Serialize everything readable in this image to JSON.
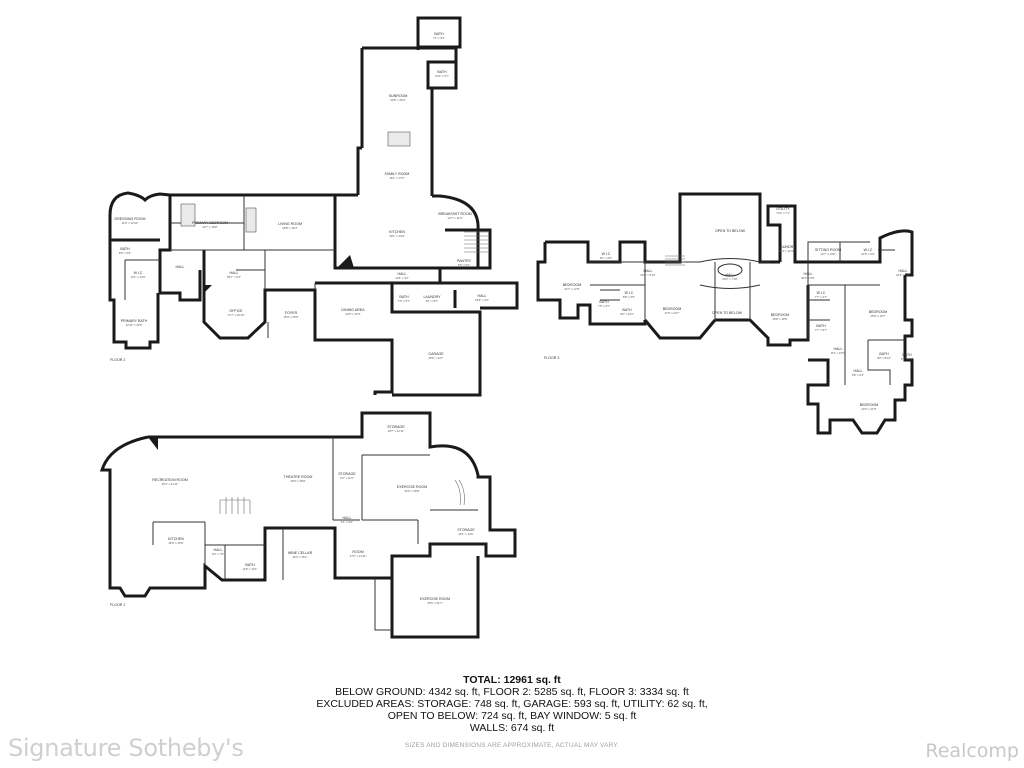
{
  "summary": {
    "total": "TOTAL: 12961 sq. ft",
    "line1": "BELOW GROUND: 4342 sq. ft, FLOOR 2: 5285 sq. ft, FLOOR 3: 3334 sq. ft",
    "line2": "EXCLUDED AREAS: STORAGE: 748 sq. ft, GARAGE: 593 sq. ft, UTILITY: 62 sq. ft,",
    "line3": "OPEN TO BELOW: 724 sq. ft, BAY WINDOW: 5 sq. ft",
    "line4": "WALLS: 674 sq. ft"
  },
  "disclaimer": "SIZES AND DIMENSIONS ARE APPROXIMATE, ACTUAL MAY VARY.",
  "watermark_left": "Signature Sotheby's",
  "watermark_right": "Realcomp",
  "floors": {
    "floor2": {
      "label": "FLOOR 2",
      "rooms": [
        {
          "id": "f2-bath-top",
          "name": "BATH",
          "dim": "7'1\" x 8'1\""
        },
        {
          "id": "f2-bath-top2",
          "name": "BATH",
          "dim": "6'10\" x 5'7\""
        },
        {
          "id": "f2-sunroom",
          "name": "SUNROOM",
          "dim": "30'8\" x 29'3\""
        },
        {
          "id": "f2-family",
          "name": "FAMILY ROOM",
          "dim": "18'1\" x 17'6\""
        },
        {
          "id": "f2-dressing",
          "name": "DRESSING ROOM",
          "dim": "11'6\" x 12'10\""
        },
        {
          "id": "f2-primary-bed",
          "name": "PRIMARY BEDROOM",
          "dim": "22'7\" x 18'8\""
        },
        {
          "id": "f2-living",
          "name": "LIVING ROOM",
          "dim": "28'8\" x 18'4\""
        },
        {
          "id": "f2-kitchen",
          "name": "KITCHEN",
          "dim": "30'1\" x 24'9\""
        },
        {
          "id": "f2-breakfast",
          "name": "BREAKFAST ROOM",
          "dim": "12'7\" x 11'9\""
        },
        {
          "id": "f2-bath-w",
          "name": "BATH",
          "dim": "8'5\" x 5'5\""
        },
        {
          "id": "f2-wic",
          "name": "W.I.C",
          "dim": "12'1\" x 14'0\""
        },
        {
          "id": "f2-hall-w",
          "name": "HALL",
          "dim": ""
        },
        {
          "id": "f2-hall-c",
          "name": "HALL",
          "dim": "56'7\" x 5'4\""
        },
        {
          "id": "f2-primary-bath",
          "name": "PRIMARY BATH",
          "dim": "12'10\" x 10'9\""
        },
        {
          "id": "f2-office",
          "name": "OFFICE",
          "dim": "17'7\" x 16'10\""
        },
        {
          "id": "f2-foyer",
          "name": "FOYER",
          "dim": "15'3\" x 25'5\""
        },
        {
          "id": "f2-dining",
          "name": "DINING AREA",
          "dim": "22'5\" x 16'4\""
        },
        {
          "id": "f2-hall-r",
          "name": "HALL",
          "dim": "11'5\" x 4'2\""
        },
        {
          "id": "f2-bath-r",
          "name": "BATH",
          "dim": "7'5\" x 5'7\""
        },
        {
          "id": "f2-laundry",
          "name": "LAUNDRY",
          "dim": "8'1\" x 8'1\""
        },
        {
          "id": "f2-hall-rr",
          "name": "HALL",
          "dim": "19'9\" x 4'2\""
        },
        {
          "id": "f2-pantry",
          "name": "PANTRY",
          "dim": "6'5\" x 5'1\""
        },
        {
          "id": "f2-garage",
          "name": "GARAGE",
          "dim": "30'6\" x 24'7\""
        }
      ]
    },
    "floor3": {
      "label": "FLOOR 3",
      "rooms": [
        {
          "id": "f3-open-top",
          "name": "OPEN TO BELOW",
          "dim": ""
        },
        {
          "id": "f3-utility",
          "name": "UTILITY",
          "dim": "7'10\" x 7'1\""
        },
        {
          "id": "f3-laundry",
          "name": "LAUNDRY",
          "dim": "11'4\" x 12'10\""
        },
        {
          "id": "f3-sitting",
          "name": "SITTING ROOM",
          "dim": "12'7\" x 14'8\""
        },
        {
          "id": "f3-wic-r",
          "name": "W.I.C",
          "dim": "12'8\" x 6'0\""
        },
        {
          "id": "f3-wic-l",
          "name": "W.I.C",
          "dim": "8'1\" x 6'9\""
        },
        {
          "id": "f3-hall-l",
          "name": "HALL",
          "dim": "29'8\" x 5'10\""
        },
        {
          "id": "f3-hall-c",
          "name": "HALL",
          "dim": "20'6\" x 7'10\""
        },
        {
          "id": "f3-hall-r",
          "name": "HALL",
          "dim": "30'6\" x 5'5\""
        },
        {
          "id": "f3-hall-rr",
          "name": "HALL",
          "dim": "10'2\" x 6'3\""
        },
        {
          "id": "f3-bed-1",
          "name": "BEDROOM",
          "dim": "24'7\" x 17'8\""
        },
        {
          "id": "f3-wic-2",
          "name": "W.I.C",
          "dim": "8'8\" x 5'0\""
        },
        {
          "id": "f3-bath-1",
          "name": "BATH",
          "dim": "7'5\" x 9'7\""
        },
        {
          "id": "f3-bath-2",
          "name": "BATH",
          "dim": "9'5\" x 10'2\""
        },
        {
          "id": "f3-bed-2",
          "name": "BEDROOM",
          "dim": "17'9\" x 22'7\""
        },
        {
          "id": "f3-open-mid",
          "name": "OPEN TO BELOW",
          "dim": ""
        },
        {
          "id": "f3-bed-3",
          "name": "BEDROOM",
          "dim": "18'8\" x 18'5\""
        },
        {
          "id": "f3-wic-3",
          "name": "W.I.C",
          "dim": "7'7\" x 4'7\""
        },
        {
          "id": "f3-bath-3",
          "name": "BATH",
          "dim": "7'7\" x 8'7\""
        },
        {
          "id": "f3-bed-4",
          "name": "BEDROOM",
          "dim": "26'8\" x 15'7\""
        },
        {
          "id": "f3-hall-s",
          "name": "HALL",
          "dim": "8'4\" x 10'5\""
        },
        {
          "id": "f3-bath-4",
          "name": "BATH",
          "dim": "9'8\" x 8'10\""
        },
        {
          "id": "f3-bath-5",
          "name": "BATH",
          "dim": "5'7\" x 6'4\""
        },
        {
          "id": "f3-hall-t",
          "name": "HALL",
          "dim": "6'8\" x 6'4\""
        },
        {
          "id": "f3-bed-5",
          "name": "BEDROOM",
          "dim": "20'4\" x 21'8\""
        }
      ]
    },
    "floor1": {
      "label": "FLOOR 1",
      "rooms": [
        {
          "id": "f1-storage-top",
          "name": "STORAGE",
          "dim": "18'7\" x 12'11\""
        },
        {
          "id": "f1-recreation",
          "name": "RECREATION ROOM",
          "dim": "46'1\" x 41'11\""
        },
        {
          "id": "f1-theatre",
          "name": "THEATRE ROOM",
          "dim": "33'6\" x 28'9\""
        },
        {
          "id": "f1-storage-mid",
          "name": "STORAGE",
          "dim": "6'2\" x 11'9\""
        },
        {
          "id": "f1-exercise",
          "name": "EXERCISE ROOM",
          "dim": "33'6\" x 26'8\""
        },
        {
          "id": "f1-hall",
          "name": "HALL",
          "dim": "5'1\" x 9'4\""
        },
        {
          "id": "f1-storage-r",
          "name": "STORAGE",
          "dim": "23'1\" x 14'6\""
        },
        {
          "id": "f1-kitchen",
          "name": "KITCHEN",
          "dim": "16'0\" x 15'9\""
        },
        {
          "id": "f1-hall-s",
          "name": "HALL",
          "dim": "9'4\" x 7'9\""
        },
        {
          "id": "f1-wine",
          "name": "WINE CELLAR",
          "dim": "16'4\" x 16'1\""
        },
        {
          "id": "f1-room",
          "name": "ROOM",
          "dim": "17'6\" x 21'11\""
        },
        {
          "id": "f1-bath",
          "name": "BATH",
          "dim": "11'8\" x 10'1\""
        },
        {
          "id": "f1-exercise2",
          "name": "EXERCISE ROOM",
          "dim": "26'5\" x 21'7\""
        }
      ]
    }
  }
}
